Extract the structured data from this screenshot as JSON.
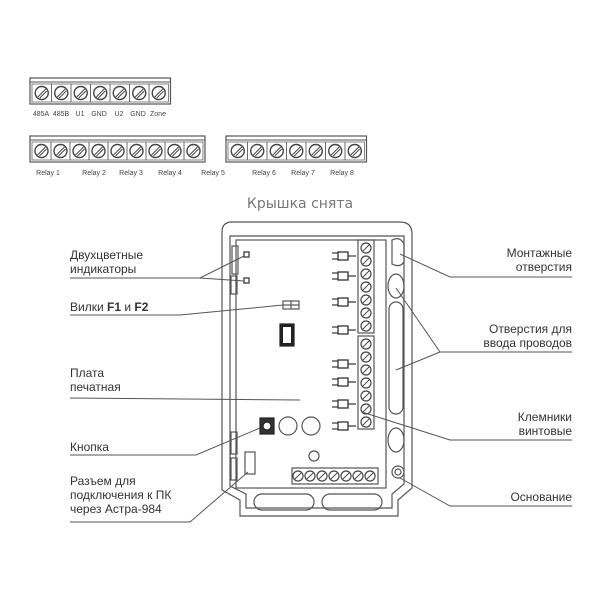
{
  "caption": "Крышка снята",
  "terminal_block_1": {
    "labels": [
      "485A",
      "485B",
      "U1",
      "GND",
      "U2",
      "GND",
      "Zone"
    ]
  },
  "terminal_block_2": {
    "labels": [
      "Relay 1",
      "Relay 2",
      "Relay 3",
      "Relay 4",
      "Relay 5"
    ]
  },
  "terminal_block_3": {
    "labels": [
      "Relay 6",
      "Relay 7",
      "Relay 8"
    ]
  },
  "callouts_left": [
    {
      "line1": "Двухцветные",
      "line2": "индикаторы"
    },
    {
      "prefix": "Вилки ",
      "f1": "F1",
      "mid": " и ",
      "f2": "F2"
    },
    {
      "line1": "Плата",
      "line2": "печатная"
    },
    {
      "line1": "Кнопка"
    },
    {
      "line1": "Разъем для",
      "line2": "подключения к ПК",
      "line3": "через Астра-984"
    }
  ],
  "callouts_right": [
    {
      "line1": "Монтажные",
      "line2": "отверстия"
    },
    {
      "line1": "Отверстия для",
      "line2": "ввода проводов"
    },
    {
      "line1": "Клемники",
      "line2": "винтовые"
    },
    {
      "line1": "Основание"
    }
  ],
  "colors": {
    "line": "#555555",
    "text": "#333333",
    "caption": "#777777"
  }
}
